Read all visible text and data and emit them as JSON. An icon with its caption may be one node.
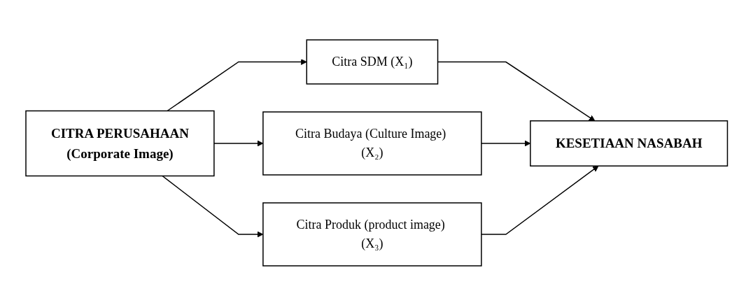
{
  "diagram": {
    "nodes": [
      {
        "text": [
          "CITRA PERUSAHAAN",
          "(Corporate Image)"
        ]
      },
      {
        "text": [
          "Citra SDM (X₁)"
        ]
      },
      {
        "text": [
          "Citra Budaya (Culture Image) (X₂)"
        ]
      },
      {
        "text": [
          "Citra Produk (product image) (X₃)"
        ]
      },
      {
        "text": [
          "KESETIAAN NASABAH"
        ]
      }
    ],
    "edges": [
      {
        "from": 0,
        "to": 1,
        "arrow": "to"
      },
      {
        "from": 0,
        "to": 2,
        "arrow": "to"
      },
      {
        "from": 0,
        "to": 3,
        "arrow": "to"
      },
      {
        "from": 1,
        "to": 4,
        "arrow": "to"
      },
      {
        "from": 2,
        "to": 4,
        "arrow": "to"
      },
      {
        "from": 3,
        "to": 4,
        "arrow": "to"
      }
    ]
  }
}
